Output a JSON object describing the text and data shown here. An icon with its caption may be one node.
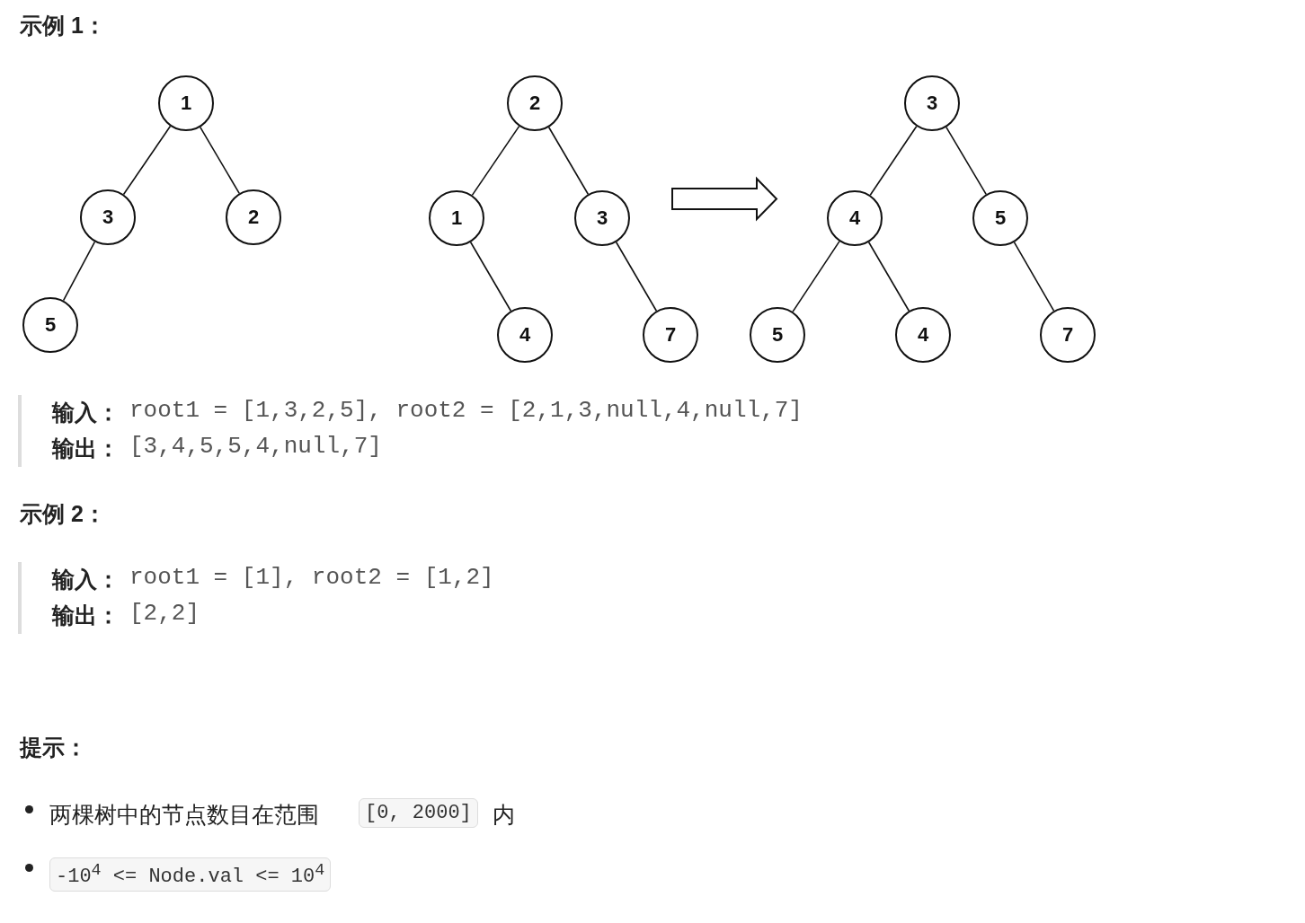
{
  "diagram": {
    "nodes": [
      {
        "text": [
          "1"
        ]
      },
      {
        "text": [
          "3"
        ]
      },
      {
        "text": [
          "2"
        ]
      },
      {
        "text": [
          "5"
        ]
      },
      {
        "text": [
          "2"
        ]
      },
      {
        "text": [
          "1"
        ]
      },
      {
        "text": [
          "3"
        ]
      },
      {
        "text": [
          "4"
        ]
      },
      {
        "text": [
          "7"
        ]
      },
      {
        "text": [
          "3"
        ]
      },
      {
        "text": [
          "4"
        ]
      },
      {
        "text": [
          "5"
        ]
      },
      {
        "text": [
          "5"
        ]
      },
      {
        "text": [
          "4"
        ]
      },
      {
        "text": [
          "7"
        ]
      }
    ],
    "edges": [
      {
        "from": 0,
        "to": 1,
        "arrow": "none"
      },
      {
        "from": 0,
        "to": 2,
        "arrow": "none"
      },
      {
        "from": 1,
        "to": 3,
        "arrow": "none"
      },
      {
        "from": 4,
        "to": 5,
        "arrow": "none"
      },
      {
        "from": 4,
        "to": 6,
        "arrow": "none"
      },
      {
        "from": 5,
        "to": 7,
        "arrow": "none"
      },
      {
        "from": 6,
        "to": 8,
        "arrow": "none"
      },
      {
        "from": 9,
        "to": 10,
        "arrow": "none"
      },
      {
        "from": 9,
        "to": 11,
        "arrow": "none"
      },
      {
        "from": 10,
        "to": 12,
        "arrow": "none"
      },
      {
        "from": 10,
        "to": 13,
        "arrow": "none"
      },
      {
        "from": 11,
        "to": 14,
        "arrow": "none"
      }
    ],
    "labels": [
      "示例 1：",
      "输入：",
      "root1 = [1,3,2,5], root2 = [2,1,3,null,4,null,7]",
      "输出：",
      "[3,4,5,5,4,null,7]",
      "示例 2：",
      "输入：",
      "root1 = [1], root2 = [1,2]",
      "输出：",
      "[2,2]",
      "提示：",
      "两棵树中的节点数目在范围",
      "[0, 2000]",
      "内",
      "-10$^{4}$ <= Node.val <= 10$^{4}$"
    ]
  }
}
